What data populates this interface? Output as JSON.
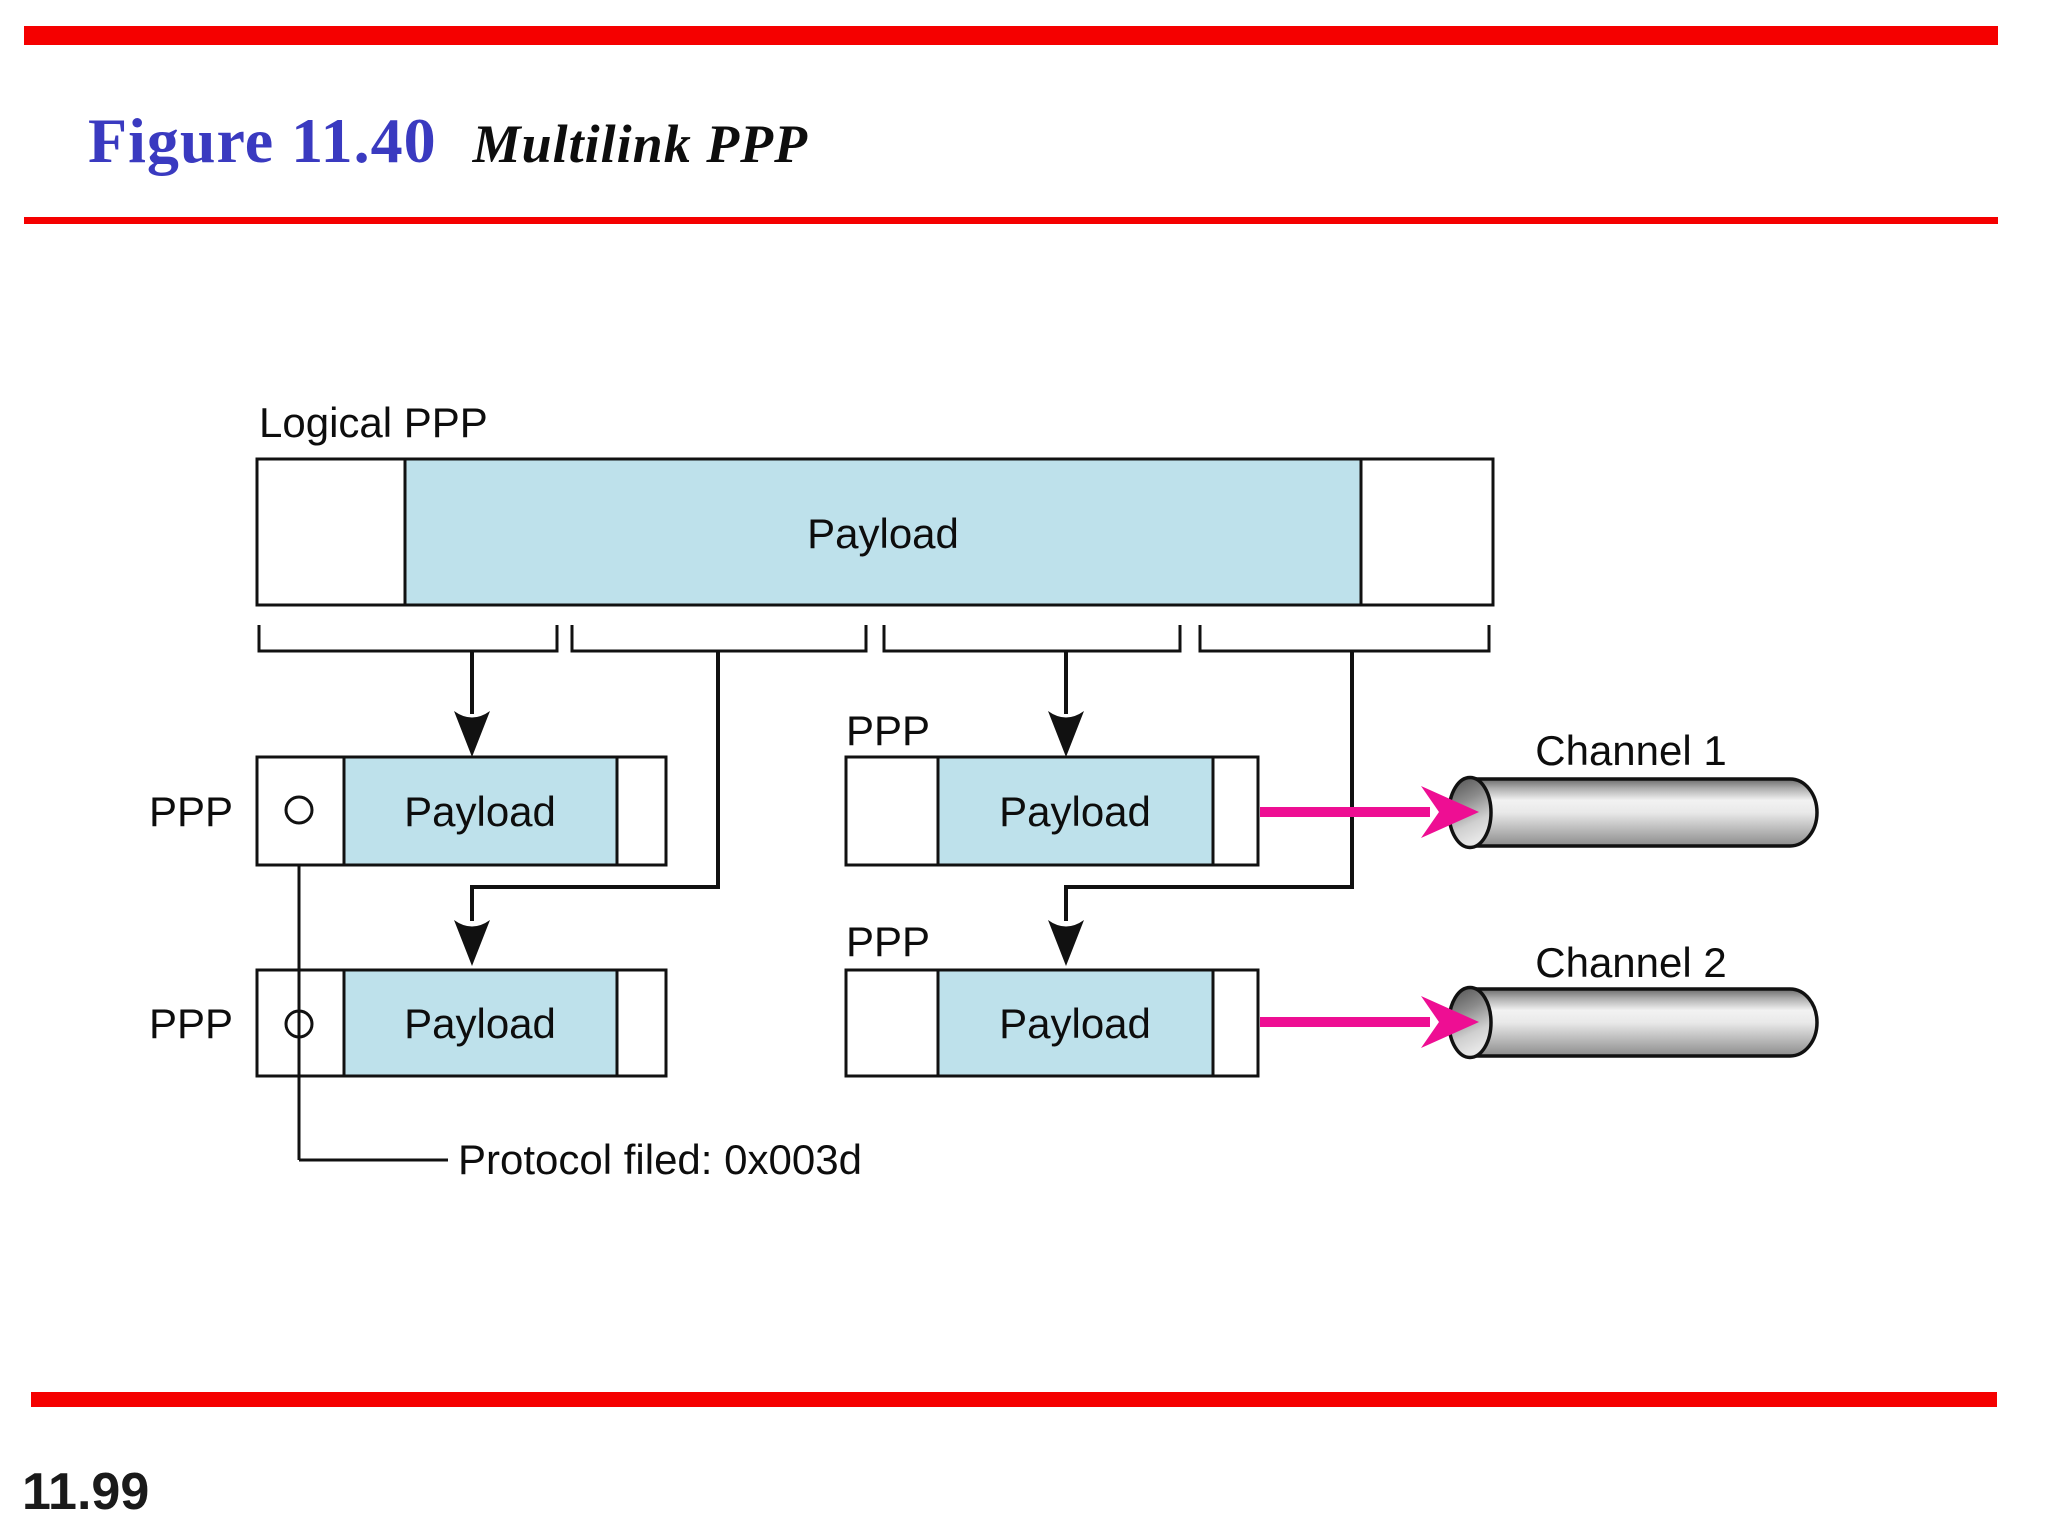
{
  "header": {
    "figure_label": "Figure 11.40",
    "figure_title": "Multilink PPP"
  },
  "footer": {
    "page_number": "11.99"
  },
  "colors": {
    "accent_red": "#f50000",
    "figure_label_blue": "#3a3ac0",
    "payload_fill_blue": "#bee1eb",
    "link_arrow_pink": "#ee0e93",
    "diagram_ink": "#111111",
    "cylinder_gray_light": "#f2f2f2",
    "cylinder_gray_dark": "#6b6b6b"
  },
  "diagram": {
    "logical_frame": {
      "label": "Logical PPP",
      "payload_label": "Payload"
    },
    "left_frames": [
      {
        "label": "PPP",
        "payload_label": "Payload"
      },
      {
        "label": "PPP",
        "payload_label": "Payload"
      }
    ],
    "channel_frames": [
      {
        "label": "PPP",
        "payload_label": "Payload"
      },
      {
        "label": "PPP",
        "payload_label": "Payload"
      }
    ],
    "channels": [
      {
        "label": "Channel 1"
      },
      {
        "label": "Channel 2"
      }
    ],
    "protocol_field_note": "Protocol filed: 0x003d"
  }
}
